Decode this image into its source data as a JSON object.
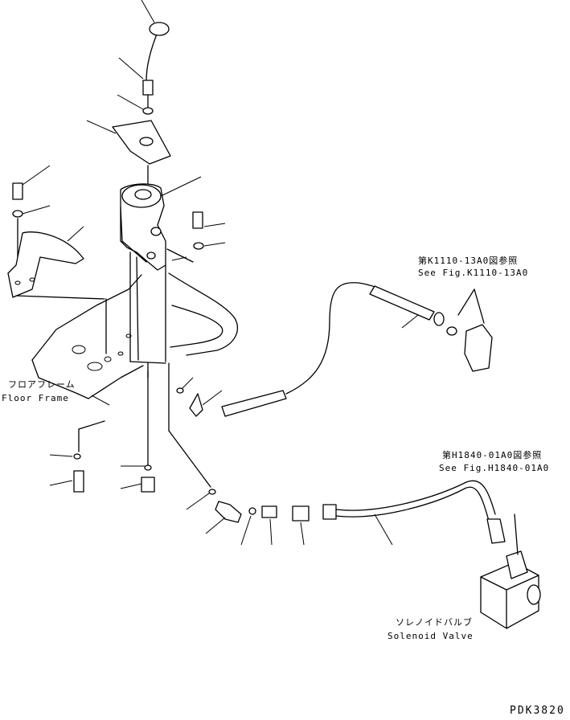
{
  "labels": {
    "ref_top_jp": "第K1110-13A0図参照",
    "ref_top_en": "See Fig.K1110-13A0",
    "ref_mid_jp": "第H1840-01A0図参照",
    "ref_mid_en": "See Fig.H1840-01A0",
    "floor_frame_jp": "フロアフレーム",
    "floor_frame_en": "Floor Frame",
    "solenoid_jp": "ソレノイドバルブ",
    "solenoid_en": "Solenoid Valve",
    "drawing_code": "PDK3820"
  }
}
